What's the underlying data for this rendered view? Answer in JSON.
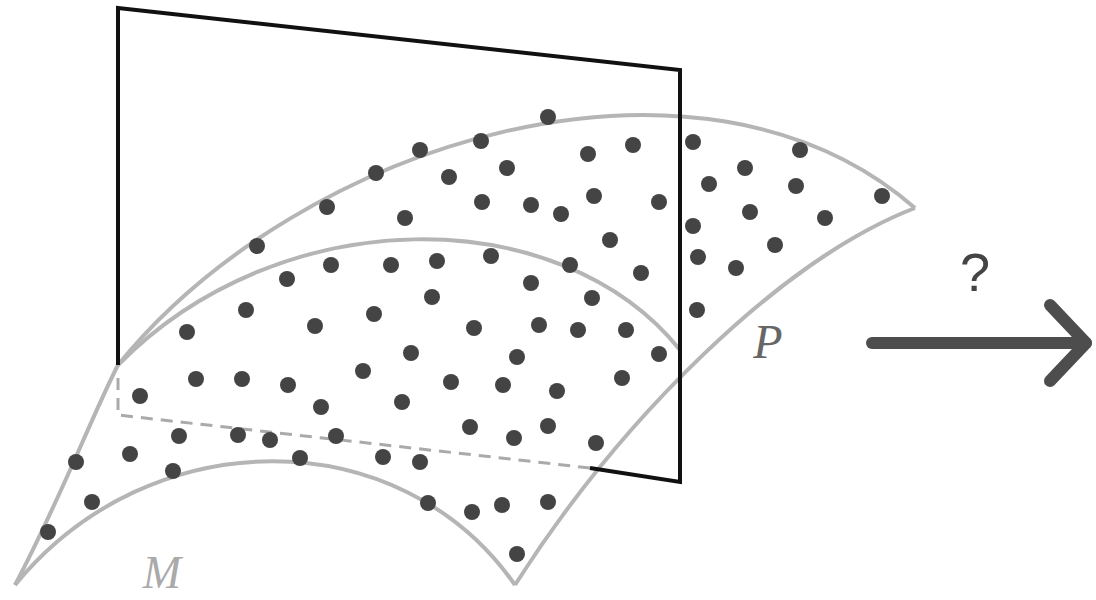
{
  "diagram": {
    "labels": [
      "P",
      "?",
      "M"
    ]
  }
}
